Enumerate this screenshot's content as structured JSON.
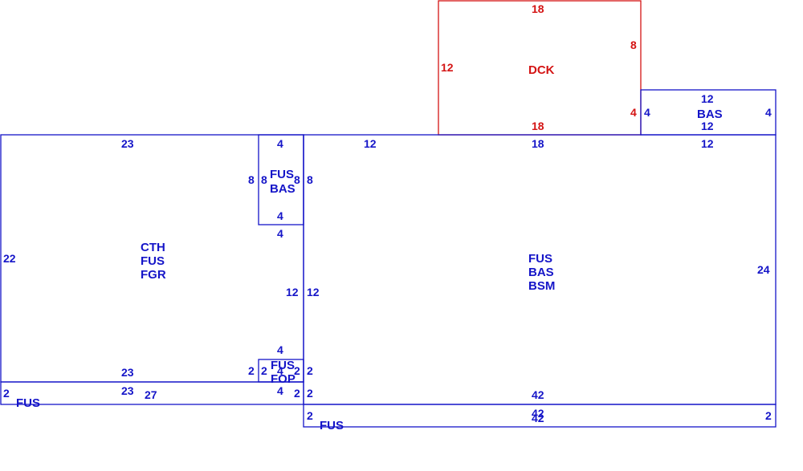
{
  "colors": {
    "main": "#1515c8",
    "deck": "#d41414",
    "background": "#ffffff"
  },
  "areas": {
    "deck": {
      "code": "DCK"
    },
    "bas_small": {
      "code": "BAS"
    },
    "left_garage": {
      "lines": [
        "CTH",
        "FUS",
        "FGR"
      ]
    },
    "fus_bas_small": {
      "lines": [
        "FUS",
        "BAS"
      ]
    },
    "main": {
      "lines": [
        "FUS",
        "BAS",
        "BSM"
      ]
    },
    "fus_fop": {
      "lines": [
        "FUS",
        "FOP"
      ]
    },
    "fus_strip_left": {
      "code": "FUS"
    },
    "fus_strip_right": {
      "code": "FUS"
    }
  },
  "dims": {
    "deck_top": "18",
    "deck_left": "12",
    "deck_right_upper": "8",
    "deck_right_lower": "4",
    "deck_bottom": "18",
    "bas_top": "12",
    "bas_bottom_inner": "12",
    "bas_left": "4",
    "bas_right": "4",
    "bas_bottom": "12",
    "main_top_left": "12",
    "main_top_mid": "18",
    "main_right": "24",
    "main_left": "12",
    "main_bottom": "42",
    "garage_top": "23",
    "garage_left": "22",
    "garage_right": "12",
    "garage_bottom": "23",
    "fb_top": "4",
    "fb_bottom": "4",
    "fb_left_outer": "8",
    "fb_left_inner": "8",
    "fb_right_inner": "8",
    "fb_right_outer": "8",
    "fop_top": "4",
    "fop_bottom": "4",
    "fop_left_outer": "2",
    "fop_left_inner": "2",
    "fop_right_inner": "2",
    "fop_right_outer": "2",
    "fop_center": "4",
    "strip_left_top": "23",
    "strip_left_left": "2",
    "strip_left_right": "2",
    "strip_left_len": "27",
    "strip_right_left": "2",
    "strip_right_right": "2",
    "strip_right_top": "42",
    "strip_right_bottom": "42",
    "main_right_lower": "2"
  }
}
